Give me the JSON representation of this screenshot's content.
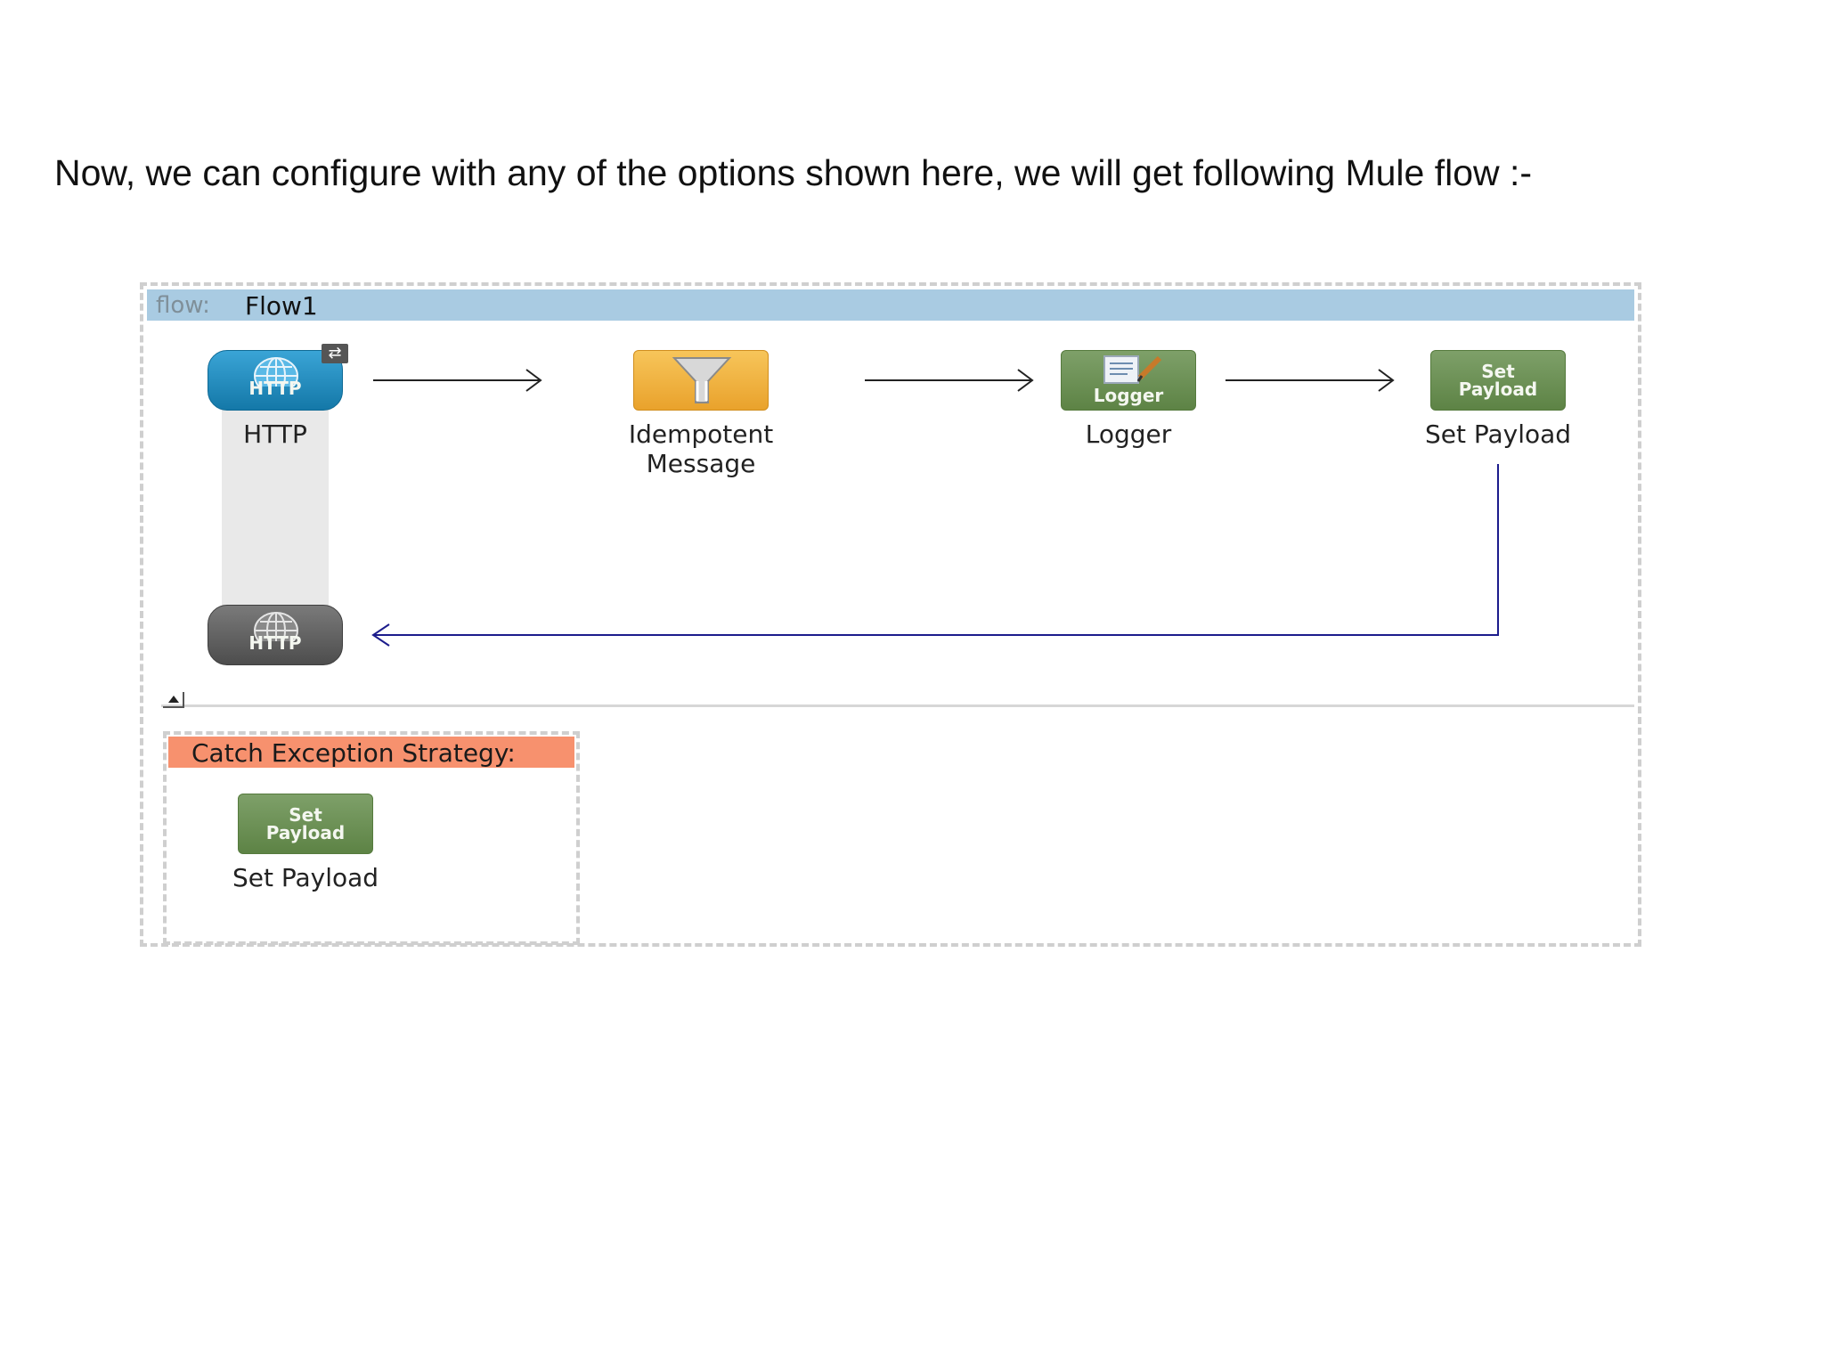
{
  "intro_text": "Now, we can configure with any of the options shown here, we will get following Mule flow :-",
  "flow": {
    "keyword": "flow:",
    "name": "Flow1",
    "nodes": [
      {
        "id": "http",
        "icon_text": "HTTP",
        "label": "HTTP",
        "icon": "globe-icon",
        "color": "#1f86b8"
      },
      {
        "id": "idempotent",
        "icon_text": "",
        "label_line1": "Idempotent",
        "label_line2": "Message",
        "icon": "filter-funnel-icon",
        "color": "#f0b13a"
      },
      {
        "id": "logger",
        "icon_text": "Logger",
        "label": "Logger",
        "icon": "logger-notepad-icon",
        "color": "#6a8f52"
      },
      {
        "id": "set-payload",
        "icon_text_line1": "Set",
        "icon_text_line2": "Payload",
        "label": "Set Payload",
        "icon": "set-payload-icon",
        "color": "#6a8f52"
      }
    ],
    "response": {
      "icon_text": "HTTP",
      "icon": "globe-icon",
      "color": "#5a5a5a"
    },
    "return_arrow_color": "#1c1c8c"
  },
  "exception_strategy": {
    "title": "Catch Exception Strategy:",
    "header_color": "#f7916e",
    "node": {
      "icon_text_line1": "Set",
      "icon_text_line2": "Payload",
      "label": "Set Payload",
      "icon": "set-payload-icon"
    }
  }
}
